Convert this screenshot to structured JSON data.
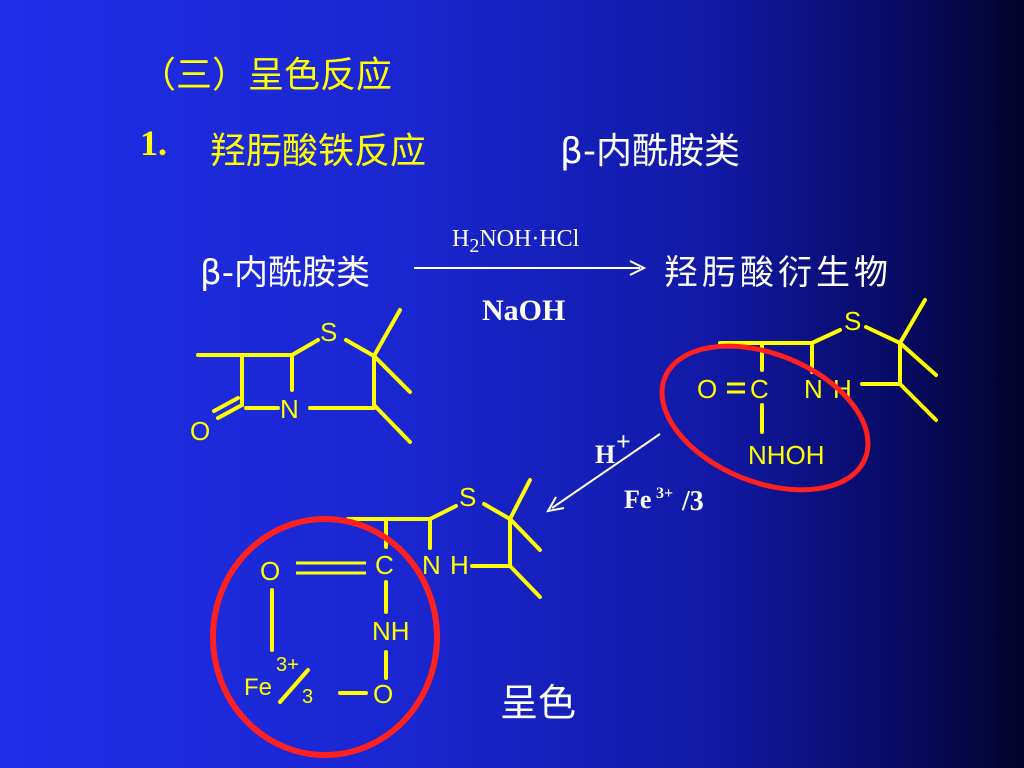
{
  "slide": {
    "section_title": "（三）呈色反应",
    "item_number": "1.",
    "item_title": "羟肟酸铁反应",
    "item_subject": "β-内酰胺类"
  },
  "reaction": {
    "reactant": "β-内酰胺类",
    "reagent_top_h": "H",
    "reagent_top_sub": "2",
    "reagent_top_rest": "NOH·HCl",
    "reagent_bottom": "NaOH",
    "product": "羟肟酸衍生物"
  },
  "structure_left": {
    "s_label": "S",
    "n_label": "N",
    "o_label": "O"
  },
  "structure_right": {
    "s_label": "S",
    "o_label": "O",
    "c_label": "C",
    "n_label": "N",
    "h_label": "H",
    "nhoh_label": "NHOH"
  },
  "step2": {
    "h_label": "H",
    "h_charge": "+",
    "fe_label": "Fe",
    "fe_charge": "3+",
    "fe_fraction": "/3"
  },
  "structure_bottom": {
    "s_label": "S",
    "c_label": "C",
    "n_label": "N",
    "h_label": "H",
    "o_top_label": "O",
    "nh_label": "NH",
    "o_bottom_label": "O",
    "fe_label": "Fe",
    "fe_charge": "3+",
    "fe_denominator": "3"
  },
  "result": "呈色",
  "colors": {
    "text_yellow": "#ffff00",
    "text_white": "#ffffff",
    "highlight_red": "#ff2020"
  }
}
